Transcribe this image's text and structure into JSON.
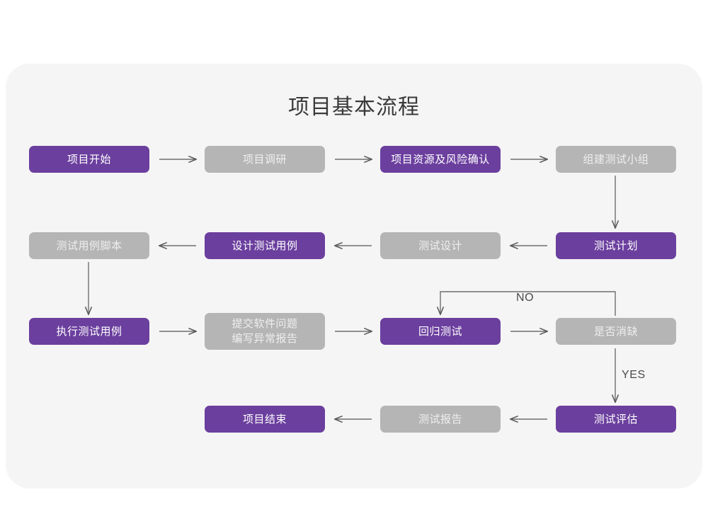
{
  "title": "项目基本流程",
  "colors": {
    "page_background": "#ffffff",
    "card_background": "#f5f5f5",
    "node_purple": "#6b3f9e",
    "node_gray": "#b5b5b5",
    "purple_text": "#ffffff",
    "gray_text": "#efefef",
    "connector": "#6e6e6e",
    "title_text": "#3a3a3a"
  },
  "nodes": [
    {
      "id": "n1",
      "label": "项目开始",
      "style": "purple",
      "row": 1,
      "col": 1
    },
    {
      "id": "n2",
      "label": "项目调研",
      "style": "gray",
      "row": 1,
      "col": 2
    },
    {
      "id": "n3",
      "label": "项目资源及风险确认",
      "style": "purple",
      "row": 1,
      "col": 3
    },
    {
      "id": "n4",
      "label": "组建测试小组",
      "style": "gray",
      "row": 1,
      "col": 4
    },
    {
      "id": "n5",
      "label": "测试用例脚本",
      "style": "gray",
      "row": 2,
      "col": 1
    },
    {
      "id": "n6",
      "label": "设计测试用例",
      "style": "purple",
      "row": 2,
      "col": 2
    },
    {
      "id": "n7",
      "label": "测试设计",
      "style": "gray",
      "row": 2,
      "col": 3
    },
    {
      "id": "n8",
      "label": "测试计划",
      "style": "purple",
      "row": 2,
      "col": 4
    },
    {
      "id": "n9",
      "label": "执行测试用例",
      "style": "purple",
      "row": 3,
      "col": 1
    },
    {
      "id": "n10",
      "label": "提交软件问题\n编写异常报告",
      "style": "gray",
      "row": 3,
      "col": 2
    },
    {
      "id": "n11",
      "label": "回归测试",
      "style": "purple",
      "row": 3,
      "col": 3
    },
    {
      "id": "n12",
      "label": "是否消缺",
      "style": "gray",
      "row": 3,
      "col": 4
    },
    {
      "id": "n13",
      "label": "项目结束",
      "style": "purple",
      "row": 4,
      "col": 2
    },
    {
      "id": "n14",
      "label": "测试报告",
      "style": "gray",
      "row": 4,
      "col": 3
    },
    {
      "id": "n15",
      "label": "测试评估",
      "style": "purple",
      "row": 4,
      "col": 4
    }
  ],
  "branch_labels": {
    "no": "NO",
    "yes": "YES"
  },
  "edges": [
    {
      "from": "n1",
      "to": "n2",
      "direction": "right"
    },
    {
      "from": "n2",
      "to": "n3",
      "direction": "right"
    },
    {
      "from": "n3",
      "to": "n4",
      "direction": "right"
    },
    {
      "from": "n4",
      "to": "n8",
      "direction": "down"
    },
    {
      "from": "n8",
      "to": "n7",
      "direction": "left"
    },
    {
      "from": "n7",
      "to": "n6",
      "direction": "left"
    },
    {
      "from": "n6",
      "to": "n5",
      "direction": "left"
    },
    {
      "from": "n5",
      "to": "n9",
      "direction": "down"
    },
    {
      "from": "n9",
      "to": "n10",
      "direction": "right"
    },
    {
      "from": "n10",
      "to": "n11",
      "direction": "right"
    },
    {
      "from": "n11",
      "to": "n12",
      "direction": "right"
    },
    {
      "from": "n12",
      "to": "n11",
      "direction": "loop-back",
      "label": "NO"
    },
    {
      "from": "n12",
      "to": "n15",
      "direction": "down",
      "label": "YES"
    },
    {
      "from": "n15",
      "to": "n14",
      "direction": "left"
    },
    {
      "from": "n14",
      "to": "n13",
      "direction": "left"
    }
  ]
}
